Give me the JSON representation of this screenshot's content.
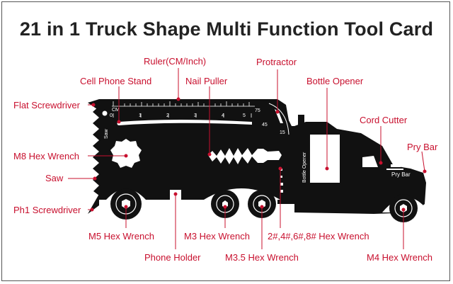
{
  "title": "21 in 1 Truck Shape Multi Function Tool Card",
  "labels": {
    "ruler": "Ruler(CM/Inch)",
    "protractor": "Protractor",
    "cell_phone_stand": "Cell Phone Stand",
    "nail_puller": "Nail Puller",
    "bottle_opener": "Bottle Opener",
    "flat_screwdriver": "Flat Screwdriver",
    "cord_cutter": "Cord Cutter",
    "pry_bar": "Pry Bar",
    "m8_hex_wrench": "M8 Hex Wrench",
    "saw": "Saw",
    "ph1_screwdriver": "Ph1 Screwdriver",
    "m5_hex_wrench": "M5 Hex Wrench",
    "m3_hex_wrench": "M3 Hex Wrench",
    "hex_2468": "2#,4#,6#,8# Hex Wrench",
    "phone_holder": "Phone Holder",
    "m35_hex_wrench": "M3.5 Hex Wrench",
    "m4_hex_wrench": "M4 Hex Wrench"
  },
  "card_text": {
    "cm": "CM",
    "ruler_numbers": [
      "0",
      "1",
      "2",
      "3",
      "4",
      "5"
    ],
    "angles": [
      "75",
      "45",
      "15"
    ],
    "saw": "Saw",
    "bottle_opener": "Bottle Opener",
    "pry_bar": "Pry Bar"
  },
  "colors": {
    "label": "#c8102e",
    "leader": "#c8102e",
    "tool": "#111111",
    "title": "#222222"
  }
}
